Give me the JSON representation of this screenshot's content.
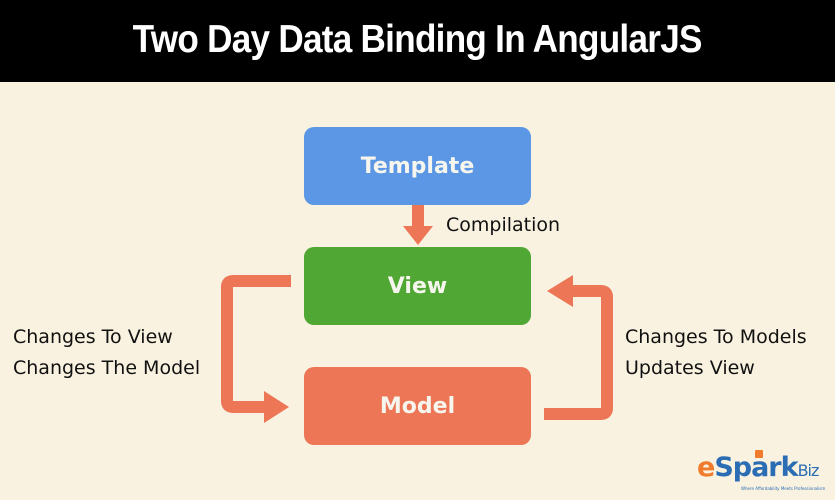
{
  "header": {
    "title": "Two Day Data Binding In AngularJS"
  },
  "diagram": {
    "nodes": [
      {
        "id": "template",
        "label": "Template",
        "color": "#5b97e4"
      },
      {
        "id": "view",
        "label": "View",
        "color": "#50a734"
      },
      {
        "id": "model",
        "label": "Model",
        "color": "#ec7655"
      }
    ],
    "edges": [
      {
        "from": "template",
        "to": "view",
        "label": "Compilation"
      },
      {
        "from": "view",
        "to": "model",
        "label_lines": [
          "Changes To View",
          "Changes The Model"
        ]
      },
      {
        "from": "model",
        "to": "view",
        "label_lines": [
          "Changes To Models",
          "Updates View"
        ]
      }
    ],
    "arrow_color": "#ec7655",
    "background_color": "#f9f2e0"
  },
  "logo": {
    "e": "e",
    "spark": "Spark",
    "biz": "Biz",
    "tagline": "Where Affordability Meets Professionalism"
  }
}
